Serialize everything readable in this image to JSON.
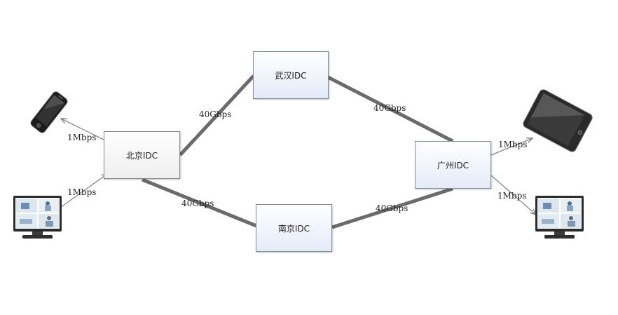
{
  "nodes": {
    "beijing": "北京IDC",
    "wuhan": "武汉IDC",
    "nanjing": "南京IDC",
    "guangzhou": "广州IDC"
  },
  "links": {
    "beijing_wuhan": "40Gbps",
    "wuhan_guangzhou": "40Gbps",
    "beijing_nanjing": "40Gbps",
    "nanjing_guangzhou": "40Gbps",
    "beijing_phone": "1Mbps",
    "beijing_monitor": "1Mbps",
    "guangzhou_tablet": "1Mbps",
    "guangzhou_monitor": "1Mbps"
  },
  "devices": {
    "left_top": "smartphone-icon",
    "left_bottom": "monitor-icon",
    "right_top": "tablet-icon",
    "right_bottom": "monitor-icon"
  },
  "colors": {
    "backbone_line": "#6b6b6b",
    "access_line": "#8a8a8a",
    "node_border": "#7d8fa8"
  }
}
